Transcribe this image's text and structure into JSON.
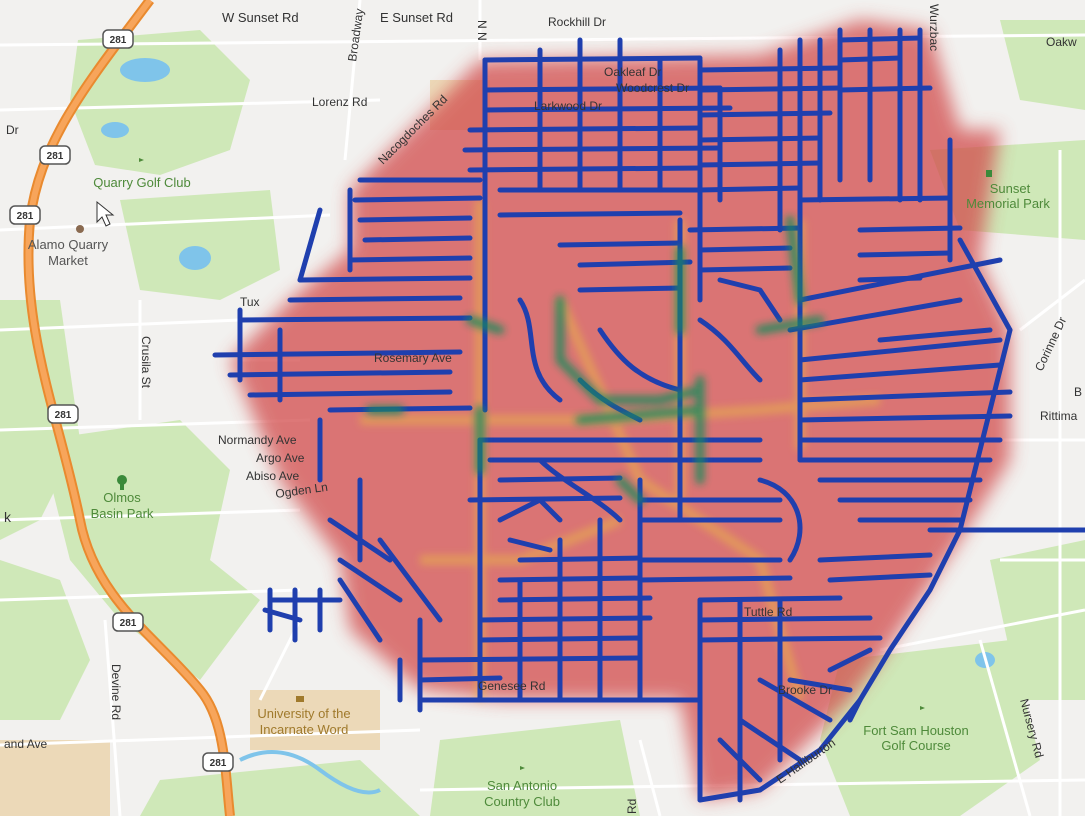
{
  "map": {
    "road_labels": {
      "w_sunset_rd": "W Sunset Rd",
      "e_sunset_rd": "E Sunset Rd",
      "broadway": "Broadway",
      "n_n": "N N",
      "rockhill_dr": "Rockhill Dr",
      "wurzbach": "Wurzbac",
      "oakw": "Oakw",
      "oakleaf_dr": "Oakleaf Dr",
      "woodcrest_dr": "Woodcrest Dr",
      "larkwood_dr": "Larkwood Dr",
      "lorenz_rd": "Lorenz Rd",
      "nacogdoches_rd": "Nacogdoches Rd",
      "dr_left": "Dr",
      "tux": "Tux",
      "crusila_st": "Crusila St",
      "rosemary_ave": "Rosemary Ave",
      "normandy_ave": "Normandy Ave",
      "argo_ave": "Argo Ave",
      "abiso_ave": "Abiso Ave",
      "ogden_ln": "Ogden Ln",
      "k_left": "k",
      "devine_rd": "Devine Rd",
      "and_ave": "and Ave",
      "tuttle_rd": "Tuttle Rd",
      "genesee_rd": "Genesee Rd",
      "brooke_dr": "Brooke Dr",
      "halliburton": "E Halliburton",
      "nursery_rd": "Nursery Rd",
      "corinne_dr": "Corinne Dr",
      "rittiman": "Rittima",
      "b_right": "B",
      "rd_bottom": "Rd"
    },
    "highway_shields": {
      "s1": "281",
      "s2": "281",
      "s3": "281",
      "s4": "281",
      "s5": "281",
      "s6": "281"
    },
    "places": {
      "quarry_golf_club": "Quarry Golf Club",
      "alamo_quarry_market_1": "Alamo Quarry",
      "alamo_quarry_market_2": "Market",
      "sunset_memorial_park_1": "Sunset",
      "sunset_memorial_park_2": "Memorial Park",
      "olmos_basin_park_1": "Olmos",
      "olmos_basin_park_2": "Basin Park",
      "university_1": "University of the",
      "university_2": "Incarnate Word",
      "fort_sam_houston_1": "Fort Sam Houston",
      "fort_sam_houston_2": "Golf Course",
      "san_antonio_cc_1": "San Antonio",
      "san_antonio_cc_2": "Country Club"
    },
    "colors": {
      "land": "#f2f1ef",
      "park": "#cfe8b8",
      "park_text": "#4e8a3a",
      "water": "#7fc4ea",
      "minor_road": "#ffffff",
      "highway": "#f59b45",
      "highway_casing": "#e98a2f",
      "campus": "#ecd9b8",
      "network": "#1f3fae",
      "heat_high": "#d24b4b",
      "heat_mid": "#e8b34a",
      "heat_peak": "#1f8a5c",
      "label_text": "#333333"
    },
    "icons": [
      "golf-flag-icon",
      "shopping-icon",
      "park-pin-icon",
      "cursor-arrow-icon",
      "university-icon"
    ]
  }
}
